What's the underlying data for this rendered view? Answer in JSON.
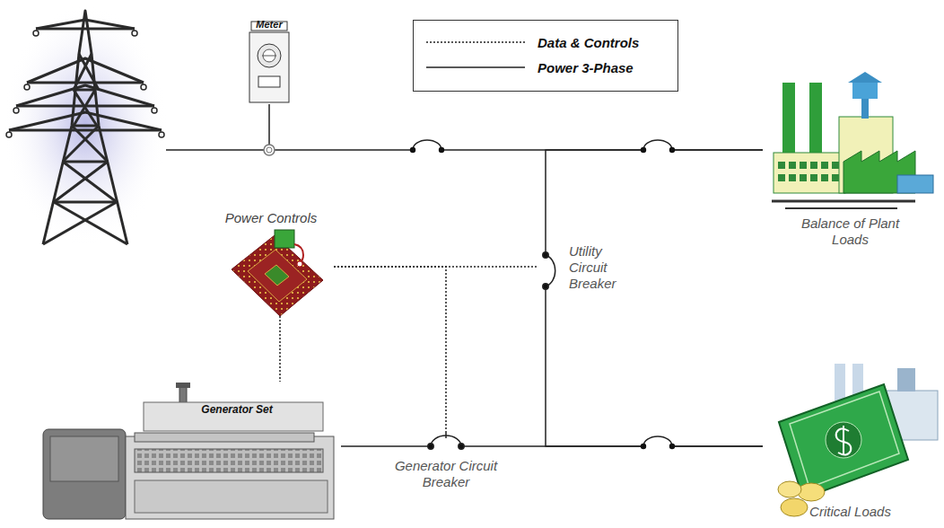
{
  "diagram": {
    "nodes": [
      {
        "text": [
          "Meter"
        ]
      },
      {
        "text": [
          "Power Controls"
        ]
      },
      {
        "text": [
          "Utility Circuit Breaker"
        ]
      },
      {
        "text": [
          "Balance of Plant Loads"
        ]
      },
      {
        "text": [
          "Generator Set"
        ]
      },
      {
        "text": [
          "Generator Circuit Breaker"
        ]
      },
      {
        "text": [
          "Critical Loads"
        ]
      }
    ],
    "edges": [
      {
        "from": 0,
        "to": 3,
        "arrow": "none"
      },
      {
        "from": 1,
        "to": 2,
        "arrow": "none"
      },
      {
        "from": 1,
        "to": 4,
        "arrow": "none"
      },
      {
        "from": 1,
        "to": 5,
        "arrow": "none"
      },
      {
        "from": 4,
        "to": 5,
        "arrow": "none"
      },
      {
        "from": 2,
        "to": 3,
        "arrow": "none"
      },
      {
        "from": 2,
        "to": 6,
        "arrow": "none"
      },
      {
        "from": 5,
        "to": 6,
        "arrow": "none"
      }
    ],
    "legend": [
      {
        "text": "Data & Controls"
      },
      {
        "text": "Power 3-Phase"
      }
    ]
  }
}
